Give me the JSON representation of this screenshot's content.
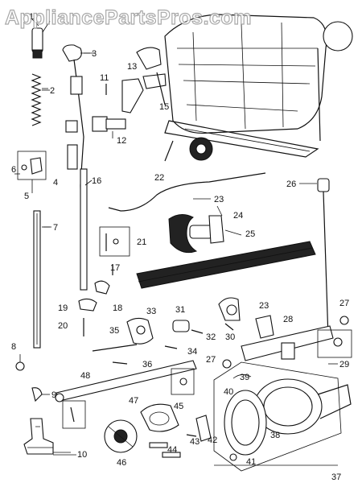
{
  "watermark": "AppliancePartsPros.com",
  "colors": {
    "line": "#111111",
    "paper": "#ffffff",
    "watermark": "#9a9a9a"
  },
  "callouts": [
    "1",
    "2",
    "3",
    "4",
    "5",
    "6",
    "7",
    "8",
    "9",
    "10",
    "11",
    "12",
    "13",
    "15",
    "16",
    "17",
    "18",
    "19",
    "20",
    "21",
    "22",
    "23",
    "23",
    "24",
    "25",
    "26",
    "27",
    "27",
    "28",
    "29",
    "30",
    "31",
    "32",
    "33",
    "34",
    "35",
    "36",
    "37",
    "38",
    "39",
    "40",
    "41",
    "42",
    "43",
    "44",
    "45",
    "46",
    "47",
    "48"
  ]
}
